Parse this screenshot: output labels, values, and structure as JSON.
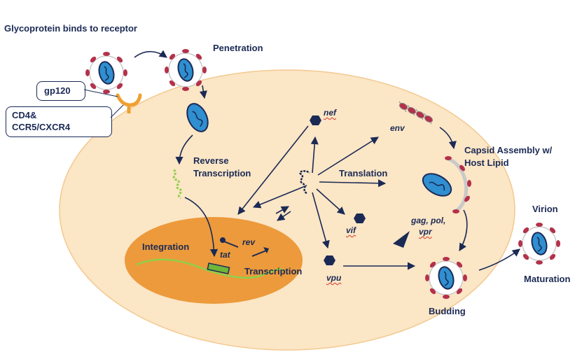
{
  "labels": {
    "glycoprotein": "Glycoprotein binds to receptor",
    "penetration": "Penetration",
    "gp120": "gp120",
    "cd4_line1": "CD4&",
    "cd4_line2": "CCR5/CXCR4",
    "reverse_transcription_line1": "Reverse",
    "reverse_transcription_line2": "Transcription",
    "nef": "nef",
    "env": "env",
    "translation": "Translation",
    "capsid_line1": "Capsid Assembly w/",
    "capsid_line2": "Host Lipid",
    "vif": "vif",
    "gag_line1": "gag, pol,",
    "gag_line2": "vpr",
    "virion": "Virion",
    "integration": "Integration",
    "tat": "tat",
    "rev": "rev",
    "transcription": "Transcription",
    "vpu": "vpu",
    "budding": "Budding",
    "maturation": "Maturation"
  },
  "colors": {
    "cell_fill": "#fbe6c6",
    "cell_stroke": "#f3c98f",
    "nucleus_fill": "#ec9a3b",
    "virus_spike": "#b5304a",
    "capsid_blue": "#2f8fd0",
    "navy": "#1b2a55",
    "rna_green": "#8fd04a",
    "receptor_orange": "#f0a030"
  }
}
